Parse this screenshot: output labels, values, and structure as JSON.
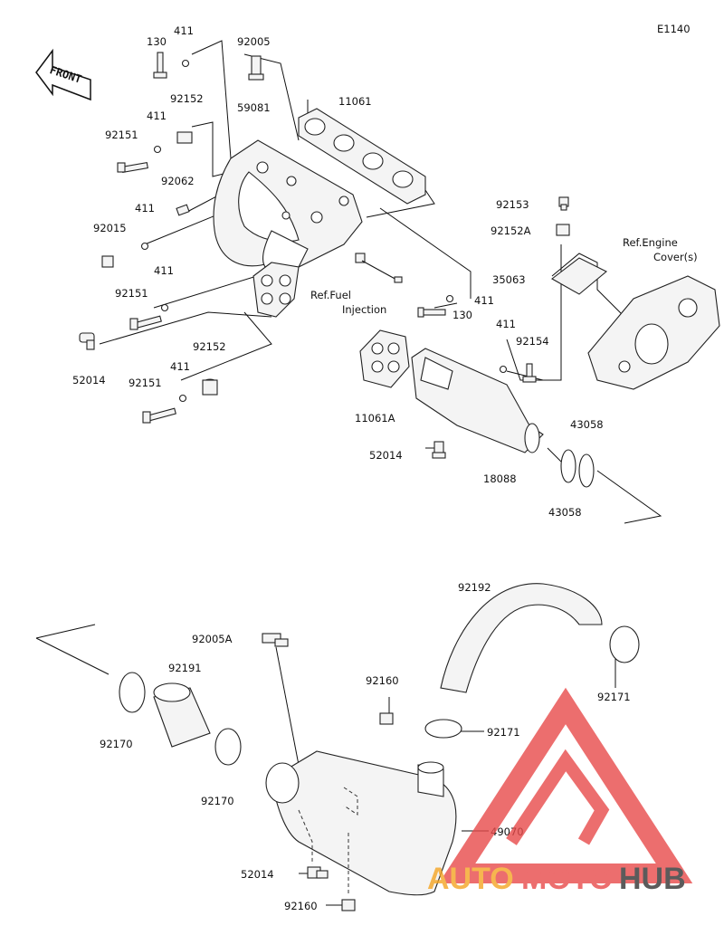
{
  "diagram_code": "E1140",
  "front_label": "FRONT",
  "refs": {
    "fuel_line1": "Ref.Fuel",
    "fuel_line2": "Injection",
    "engine_line1": "Ref.Engine",
    "engine_line2": "Cover(s)"
  },
  "parts": {
    "p130a": "130",
    "p411a": "411",
    "p92005": "92005",
    "p92152a": "92152",
    "p411b": "411",
    "p59081": "59081",
    "p11061": "11061",
    "p92151a": "92151",
    "p92062": "92062",
    "p411c": "411",
    "p92015": "92015",
    "p411d": "411",
    "p92151b": "92151",
    "p52014a": "52014",
    "p92152b": "92152",
    "p411e": "411",
    "p92151c": "92151",
    "p92153": "92153",
    "p92152A": "92152A",
    "p35063": "35063",
    "p411f": "411",
    "p130b": "130",
    "p411g": "411",
    "p92154": "92154",
    "p11061A": "11061A",
    "p52014b": "52014",
    "p18088": "18088",
    "p43058a": "43058",
    "p43058b": "43058",
    "p92192": "92192",
    "p92005A": "92005A",
    "p92191": "92191",
    "p92171a": "92171",
    "p92160a": "92160",
    "p92171b": "92171",
    "p92170a": "92170",
    "p92170b": "92170",
    "p49070": "49070",
    "p52014c": "52014",
    "p92160b": "92160"
  },
  "watermark": {
    "auto": "AUTO",
    "moto": "MOTO",
    "hub": "HUB",
    "color_red": "#e84a4a",
    "color_orange": "#f5a524",
    "color_dark": "#333333"
  }
}
